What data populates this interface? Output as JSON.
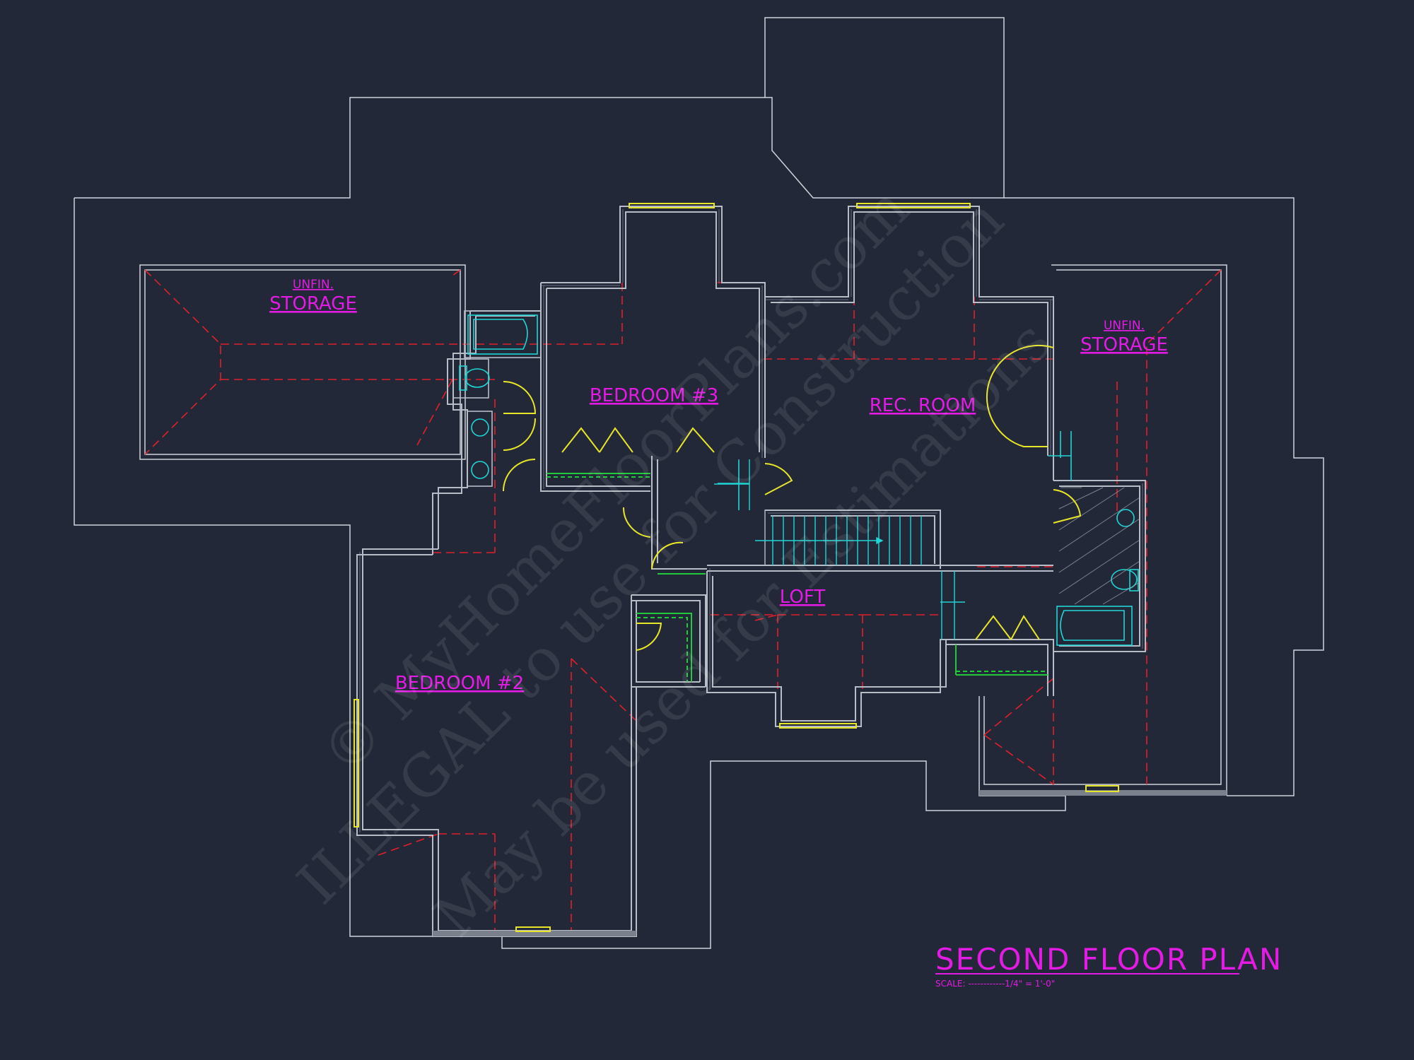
{
  "plan": {
    "title": "SECOND FLOOR PLAN",
    "scale": "SCALE: ------------1/4\" = 1'-0\"",
    "rooms": {
      "storage_left_top": "UNFIN.",
      "storage_left": "STORAGE",
      "storage_right_top": "UNFIN.",
      "storage_right": "STORAGE",
      "bedroom3": "BEDROOM #3",
      "rec_room": "REC. ROOM",
      "loft": "LOFT",
      "bedroom2": "BEDROOM #2"
    }
  },
  "watermark": {
    "line1": "© MyHomeFloorPlans.com",
    "line2": "ILLEGAL to use for Construction",
    "line3": "May be used for Estimations"
  },
  "colors": {
    "background": "#232838",
    "walls": "#b8bcc6",
    "roof_outline": "#d0d3da",
    "labels": "#e41be4",
    "hidden_lines": "#e0202b",
    "doors_windows": "#e8e628",
    "fixtures": "#1fd6d6",
    "shelving": "#22c93a"
  }
}
